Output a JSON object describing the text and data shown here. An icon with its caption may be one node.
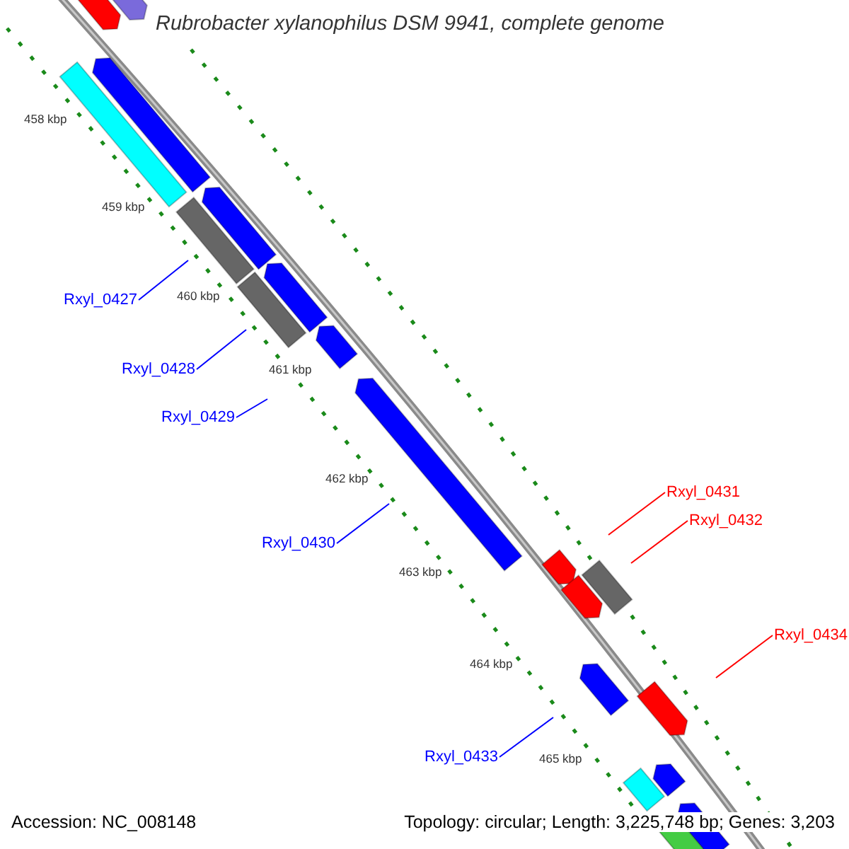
{
  "diagram": {
    "title": "Rubrobacter xylanophilus DSM 9941, complete genome",
    "nodes": [
      {
        "text": [
          "Rxyl_0427"
        ]
      },
      {
        "text": [
          "Rxyl_0428"
        ]
      },
      {
        "text": [
          "Rxyl_0429"
        ]
      },
      {
        "text": [
          "Rxyl_0430"
        ]
      },
      {
        "text": [
          "Rxyl_0431"
        ]
      },
      {
        "text": [
          "Rxyl_0432"
        ]
      },
      {
        "text": [
          "Rxyl_0434"
        ]
      },
      {
        "text": [
          "Rxyl_0433"
        ]
      }
    ],
    "edges": [
      {
        "from": 0,
        "to": null,
        "arrow": "none",
        "color": "#0000ff"
      },
      {
        "from": 1,
        "to": null,
        "arrow": "none",
        "color": "#0000ff"
      },
      {
        "from": 2,
        "to": null,
        "arrow": "none",
        "color": "#0000ff"
      },
      {
        "from": 3,
        "to": null,
        "arrow": "none",
        "color": "#0000ff"
      },
      {
        "from": 4,
        "to": null,
        "arrow": "none",
        "color": "#ff0000"
      },
      {
        "from": 5,
        "to": null,
        "arrow": "none",
        "color": "#ff0000"
      },
      {
        "from": 6,
        "to": null,
        "arrow": "none",
        "color": "#ff0000"
      },
      {
        "from": 7,
        "to": null,
        "arrow": "none",
        "color": "#0000ff"
      }
    ],
    "labels": [
      "458 kbp",
      "459 kbp",
      "460 kbp",
      "461 kbp",
      "462 kbp",
      "463 kbp",
      "464 kbp",
      "465 kbp",
      "Accession: NC_008148",
      "Topology: circular; Length: 3,225,748 bp; Genes: 3,203"
    ]
  }
}
